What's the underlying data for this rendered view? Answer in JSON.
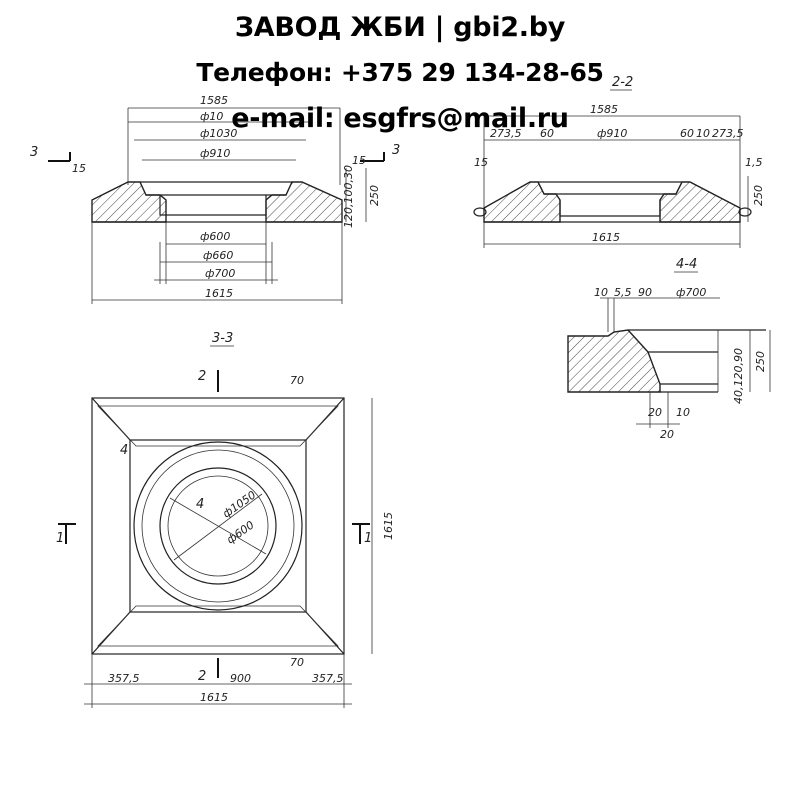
{
  "header": {
    "line1": "ЗАВОД ЖБИ | gbi2.by",
    "line2": "Телефон: +375 29 134-28-65",
    "line3": "e-mail: esgfrs@mail.ru"
  },
  "section1": {
    "label_left": "3",
    "label_right": "3",
    "dim_1585": "1585",
    "dim_top2": "ф10",
    "dim_1030": "ф1030",
    "dim_910": "ф910",
    "dim_15_left": "15",
    "dim_15_right": "15",
    "dim_vert_stack": "120,100,30",
    "dim_250": "250",
    "dim_600": "ф600",
    "dim_660": "ф660",
    "dim_700": "ф700",
    "dim_1615": "1615"
  },
  "section2": {
    "title": "2-2",
    "dim_1585": "1585",
    "dim_2735_left": "273,5",
    "dim_60_left": "60",
    "dim_910": "ф910",
    "dim_60_right": "60",
    "dim_10": "10",
    "dim_2735_right": "273,5",
    "dim_15_left": "15",
    "dim_15_right": "1,5",
    "dim_250": "250",
    "dim_1615": "1615"
  },
  "section4": {
    "title": "4-4",
    "dim_10": "10",
    "dim_55": "5,5",
    "dim_90_top": "90",
    "dim_700": "ф700",
    "dim_vert": "40,120,90",
    "dim_250": "250",
    "dim_20": "20",
    "dim_10b": "10",
    "dim_20b": "20"
  },
  "plan": {
    "title": "3-3",
    "label_2_top": "2",
    "label_70_top": "70",
    "label_4": "4",
    "label_4b": "4",
    "label_1_left": "1",
    "label_1_right": "1",
    "dim_1050": "ф1050",
    "dim_600": "ф600",
    "dim_1615_vert": "1615",
    "label_2_bottom": "2",
    "label_70_bottom": "70",
    "dim_3575": "357,5",
    "dim_900": "900",
    "dim_right": "357,5",
    "dim_1615": "1615"
  }
}
